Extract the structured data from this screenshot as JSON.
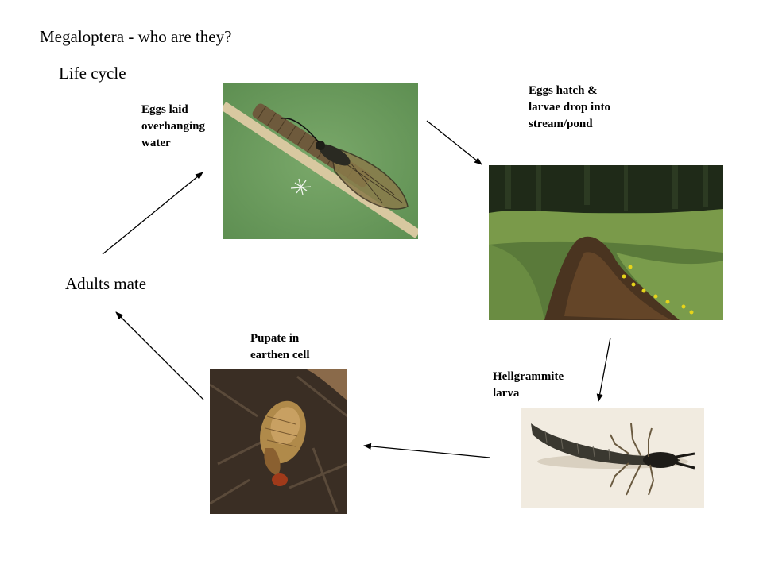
{
  "header": {
    "title": "Megaloptera - who are they?",
    "subtitle": "Life cycle"
  },
  "stages": {
    "eggs_laid": [
      "Eggs laid",
      "overhanging",
      "water"
    ],
    "eggs_hatch": [
      "Eggs hatch &",
      "larvae drop into",
      "stream/pond"
    ],
    "hellgrammite": [
      "Hellgrammite",
      "larva"
    ],
    "pupate": [
      "Pupate in",
      "earthen cell"
    ],
    "adults": "Adults mate"
  },
  "colors": {
    "arrow": "#000000",
    "photo_bg_green": "#6a9a5c",
    "larva_bg": "#f1ebe0",
    "pupa_bg": "#3a2e24"
  }
}
